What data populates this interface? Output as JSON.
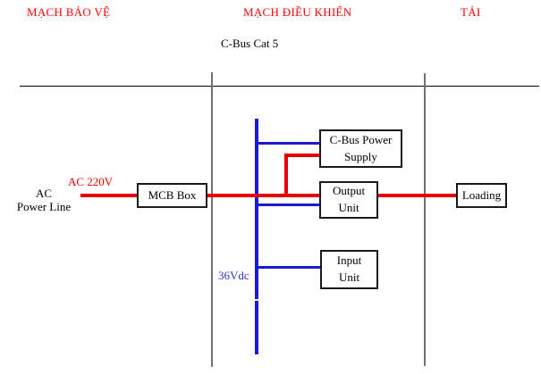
{
  "diagram": {
    "section_headers": [
      {
        "label": "MẠCH BẢO VỆ"
      },
      {
        "label": "MẠCH ĐIỀU KHIỂN"
      },
      {
        "label": "TẢI"
      }
    ],
    "bus_label": "C-Bus Cat 5",
    "labels": {
      "ac_voltage": "AC 220V",
      "ac_power_line_1": "AC",
      "ac_power_line_2": "Power Line",
      "dc_voltage": "36Vdc"
    },
    "boxes": {
      "mcb": "MCB Box",
      "cbus_power_line1": "C-Bus Power",
      "cbus_power_line2": "Supply",
      "output_line1": "Output",
      "output_line2": "Unit",
      "input_line1": "Input",
      "input_line2": "Unit",
      "loading": "Loading"
    },
    "colors": {
      "wire_red": "#e80000",
      "wire_blue": "#1a1ad6",
      "header_red": "#ff0000",
      "text_blue": "#3333cc",
      "divider_gray": "#707070",
      "line_black": "#000000"
    }
  }
}
